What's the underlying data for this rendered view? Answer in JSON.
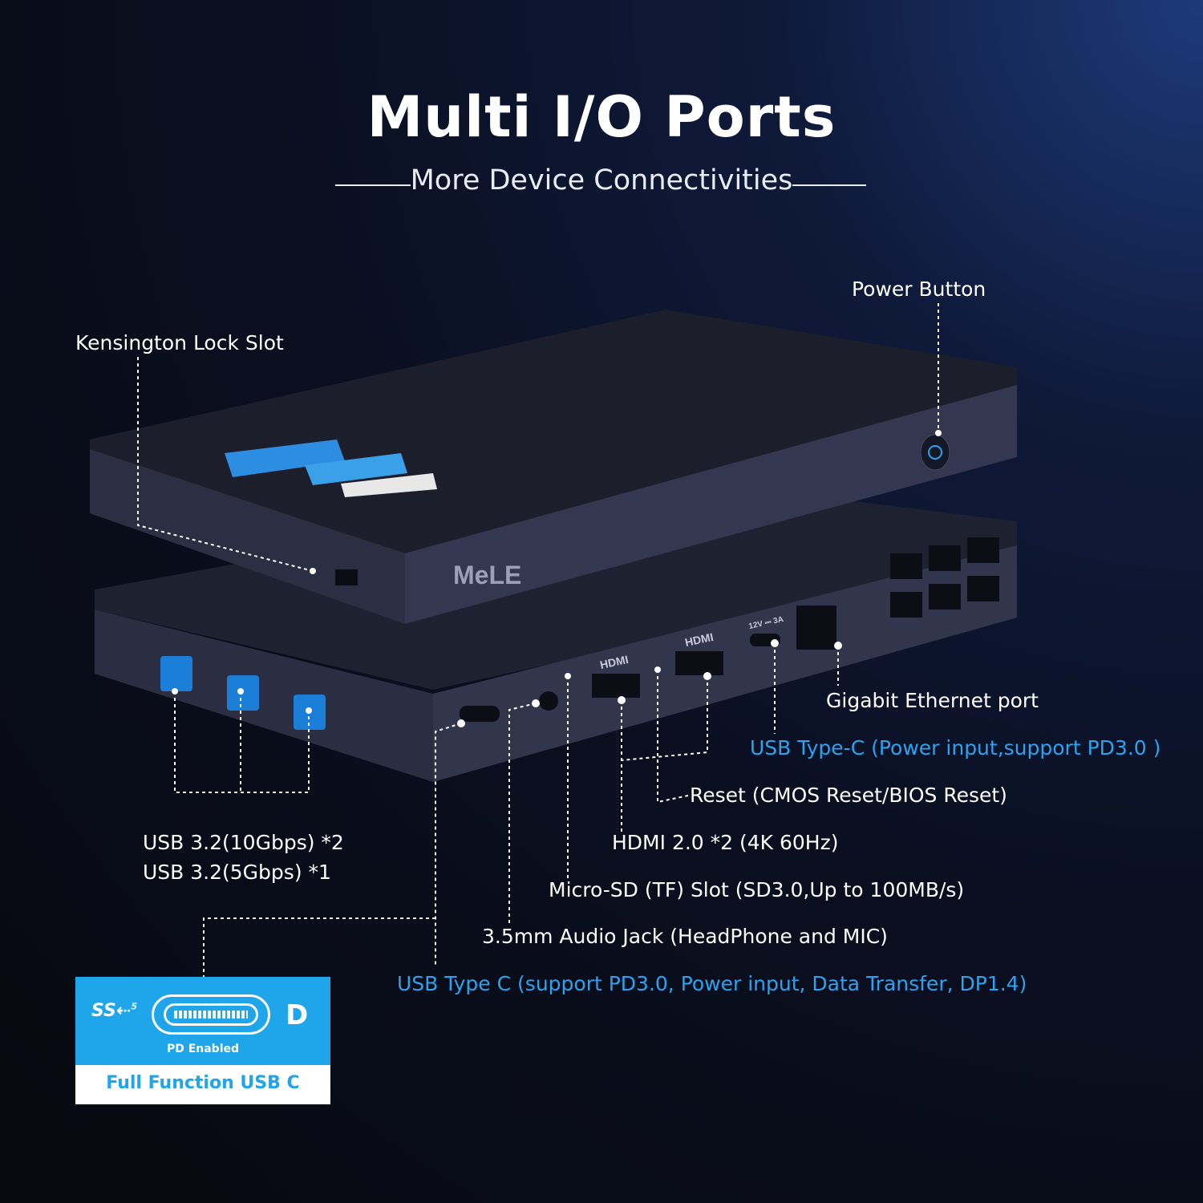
{
  "header": {
    "title": "Multi I/O Ports",
    "subtitle": "More Device Connectivities"
  },
  "labels": {
    "power_button": "Power Button",
    "kensington": "Kensington Lock Slot",
    "ethernet": "Gigabit Ethernet port",
    "usbc_power": "USB Type-C (Power input,support PD3.0 )",
    "reset": "Reset (CMOS Reset/BIOS Reset)",
    "hdmi": "HDMI 2.0 *2 (4K 60Hz)",
    "microsd": "Micro-SD (TF) Slot (SD3.0,Up to 100MB/s)",
    "audio": "3.5mm Audio Jack (HeadPhone and MIC)",
    "usbc_full": "USB Type C (support PD3.0, Power input, Data Transfer, DP1.4)",
    "usb_a_line1": "USB 3.2(10Gbps) *2",
    "usb_a_line2": "USB 3.2(5Gbps) *1"
  },
  "usbc_badge": {
    "ss_logo": "SS⇠5",
    "dp_logo": "D",
    "pd_text": "PD Enabled",
    "caption": "Full Function USB C"
  },
  "device": {
    "brand_logo": "MeLE",
    "port_markings": [
      "HDMI",
      "HDMI",
      "12V ⎓ 3A"
    ]
  },
  "colors": {
    "accent_blue": "#2aa3f0",
    "badge_blue": "#1ea5ea",
    "device_body": "#2a2d3e"
  }
}
